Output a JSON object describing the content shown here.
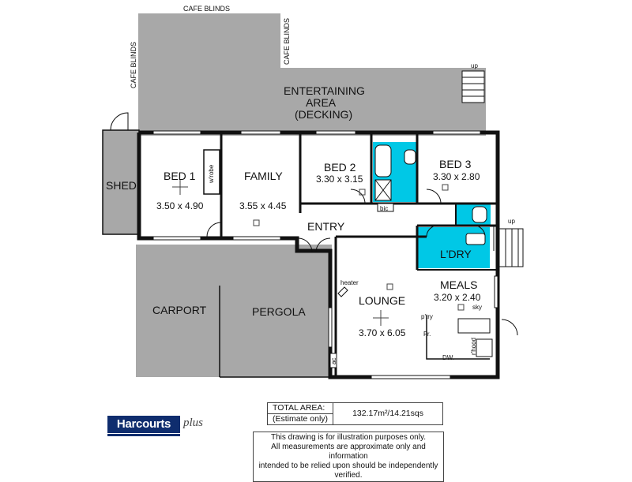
{
  "exterior": {
    "cafe_blinds_top": "CAFE BLINDS",
    "cafe_blinds_left": "CAFE BLINDS",
    "cafe_blinds_right": "CAFE BLINDS",
    "entertaining_1": "ENTERTAINING",
    "entertaining_2": "AREA",
    "entertaining_3": "(DECKING)",
    "shed": "SHED",
    "carport": "CARPORT",
    "pergola": "PERGOLA",
    "up_top": "up",
    "up_right": "up"
  },
  "rooms": {
    "bed1": {
      "name": "BED 1",
      "dims": "3.50 x 4.90"
    },
    "family": {
      "name": "FAMILY",
      "dims": "3.55 x 4.45"
    },
    "bed2": {
      "name": "BED 2",
      "dims": "3.30 x 3.15"
    },
    "bed3": {
      "name": "BED 3",
      "dims": "3.30 x 2.80"
    },
    "entry": {
      "name": "ENTRY"
    },
    "lounge": {
      "name": "LOUNGE",
      "dims": "3.70 x 6.05"
    },
    "meals": {
      "name": "MEALS",
      "dims": "3.20 x 2.40"
    },
    "laundry": {
      "name": "L'DRY"
    }
  },
  "fixtures": {
    "wrobe": "w'robe",
    "bic": "bic",
    "heater": "heater",
    "ac": "ac",
    "pantry": "p'try",
    "fridge": "Fr.",
    "dishwasher": "DW.",
    "rangehood": "r'hood",
    "sky": "sky"
  },
  "colors": {
    "wet_area": "#00c8e6",
    "outdoor": "#a8a8a8",
    "wall": "#111111"
  },
  "area_table": {
    "label_1": "TOTAL AREA:",
    "label_2": "(Estimate only)",
    "value": "132.17m²/14.21sqs"
  },
  "disclaimer": {
    "line1": "This drawing is for illustration purposes only.",
    "line2": "All measurements are approximate only and information",
    "line3": "intended to be relied upon should be independently verified."
  },
  "logo": {
    "brand": "Harcourts",
    "suffix": "plus"
  }
}
